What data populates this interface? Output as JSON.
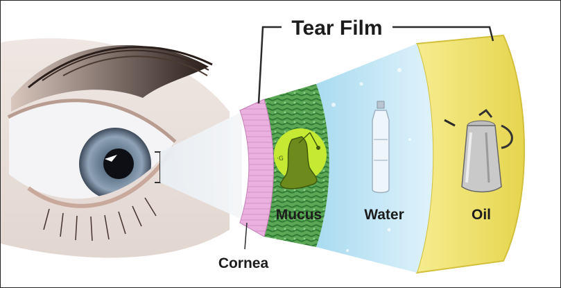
{
  "diagram": {
    "title": "Tear Film",
    "layers": [
      {
        "key": "cornea",
        "label": "Cornea",
        "color": "#e7a9dc"
      },
      {
        "key": "mucus",
        "label": "Mucus",
        "color": "#58a352"
      },
      {
        "key": "water",
        "label": "Water",
        "color": "#bfe3f4"
      },
      {
        "key": "oil",
        "label": "Oil",
        "color": "#f0e26d"
      }
    ],
    "icons": {
      "eye": "eye-illustration",
      "mucus": "mucus-blob-icon",
      "water": "water-bottle-icon",
      "oil": "oil-can-icon"
    },
    "iris_color": "#7f93a8",
    "border_color": "#222222"
  }
}
